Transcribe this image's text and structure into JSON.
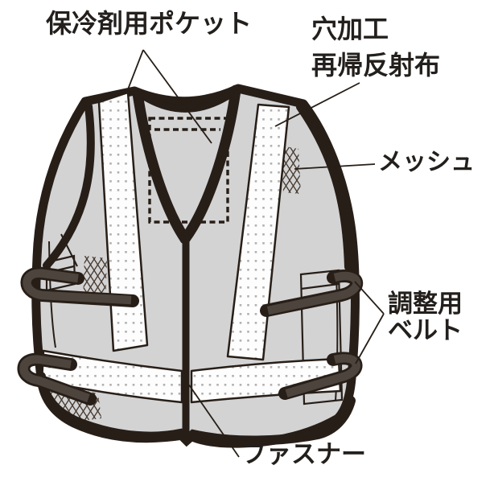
{
  "diagram": {
    "labels": {
      "cooling_pocket": "保冷剤用ポケット",
      "hole_line1": "穴加工",
      "hole_line2": "再帰反射布",
      "mesh": "メッシュ",
      "belt_line1": "調整用",
      "belt_line2": "ベルト",
      "fastener": "ファスナー"
    },
    "colors": {
      "outline": "#271e17",
      "body_gray": "#d3d3d4",
      "reflective_white": "#fdfdfd",
      "dot_gray": "#b3b0b0",
      "belt_gray": "#4c443d",
      "text": "#231f1c",
      "background": "#ffffff"
    }
  }
}
